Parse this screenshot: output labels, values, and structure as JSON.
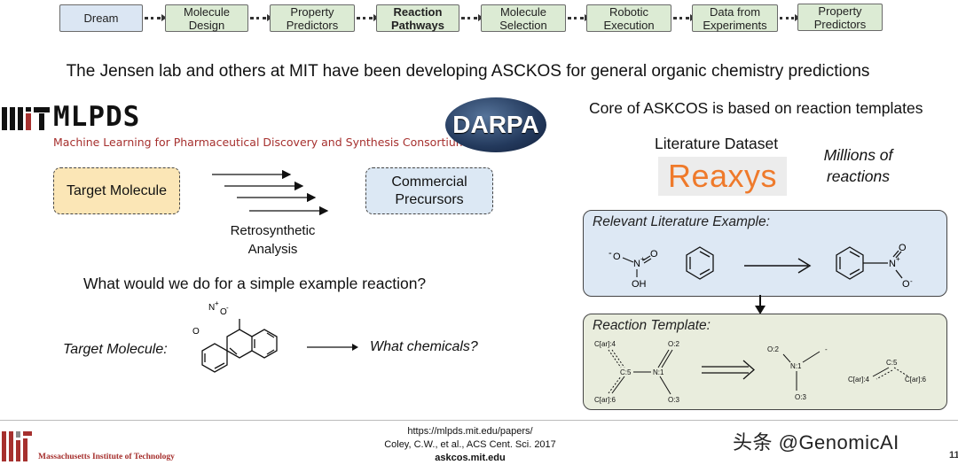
{
  "pipeline": [
    {
      "label": "Dream",
      "style": "blue"
    },
    {
      "label": "Molecule\nDesign",
      "style": "green"
    },
    {
      "label": "Property\nPredictors",
      "style": "green"
    },
    {
      "label": "Reaction\nPathways",
      "style": "green-bold"
    },
    {
      "label": "Molecule\nSelection",
      "style": "green"
    },
    {
      "label": "Robotic\nExecution",
      "style": "green"
    },
    {
      "label": "Data from\nExperiments",
      "style": "green"
    },
    {
      "label": "Property\nPredictors",
      "style": "green"
    }
  ],
  "headline": "The Jensen lab and others at MIT have been developing ASCKOS for general organic chemistry predictions",
  "mlpds": {
    "name": "MLPDS",
    "tagline": "Machine Learning for Pharmaceutical Discovery and Synthesis Consortium"
  },
  "darpa": "DARPA",
  "retro": {
    "target": "Target Molecule",
    "precursors": "Commercial\nPrecursors",
    "label": "Retrosynthetic\nAnalysis"
  },
  "example": {
    "question": "What would we do for a simple example reaction?",
    "target_label": "Target Molecule:",
    "what": "What chemicals?",
    "nitro_atoms": [
      "O",
      "-",
      "N",
      "+",
      "O"
    ]
  },
  "right": {
    "core": "Core of ASKCOS is based on reaction templates",
    "lit_dataset": "Literature Dataset",
    "reaxys": "Reaxys",
    "millions": "Millions of\nreactions",
    "relevant_title": "Relevant Literature Example:",
    "template_title": "Reaction Template:",
    "relevant_atoms": {
      "o_minus": "O",
      "charge_minus": "-",
      "n": "N",
      "charge_plus": "+",
      "o_plus": "O",
      "oh": "OH"
    },
    "product_atoms": {
      "o_top": "O",
      "n": "N",
      "plus": "+",
      "o_bot": "O",
      "minus": "-"
    },
    "template_atoms": {
      "car4": "C[ar]:4",
      "o2": "O:2",
      "c5": "C:5",
      "n1": "N:1",
      "car6": "C[ar]:6",
      "o3": "O:3",
      "p_o2": "O:2",
      "p_minus": "-",
      "p_n1": "N:1",
      "p_o3": "O:3",
      "q_c5": "C:5",
      "q_car4": "C[ar]:4",
      "q_car6": "C[ar]:6"
    }
  },
  "footer": {
    "institute": "Massachusetts Institute of Technology",
    "url": "https://mlpds.mit.edu/papers/",
    "citation": "Coley, C.W., et al., ACS Cent. Sci. 2017",
    "site": "askcos.mit.edu",
    "watermark": "头条 @GenomicAI",
    "page": "11"
  },
  "colors": {
    "accent_red": "#a6302e",
    "reaxys_orange": "#ef7a2b",
    "step_green": "#dcebd4",
    "step_blue": "#dbe6f3"
  }
}
